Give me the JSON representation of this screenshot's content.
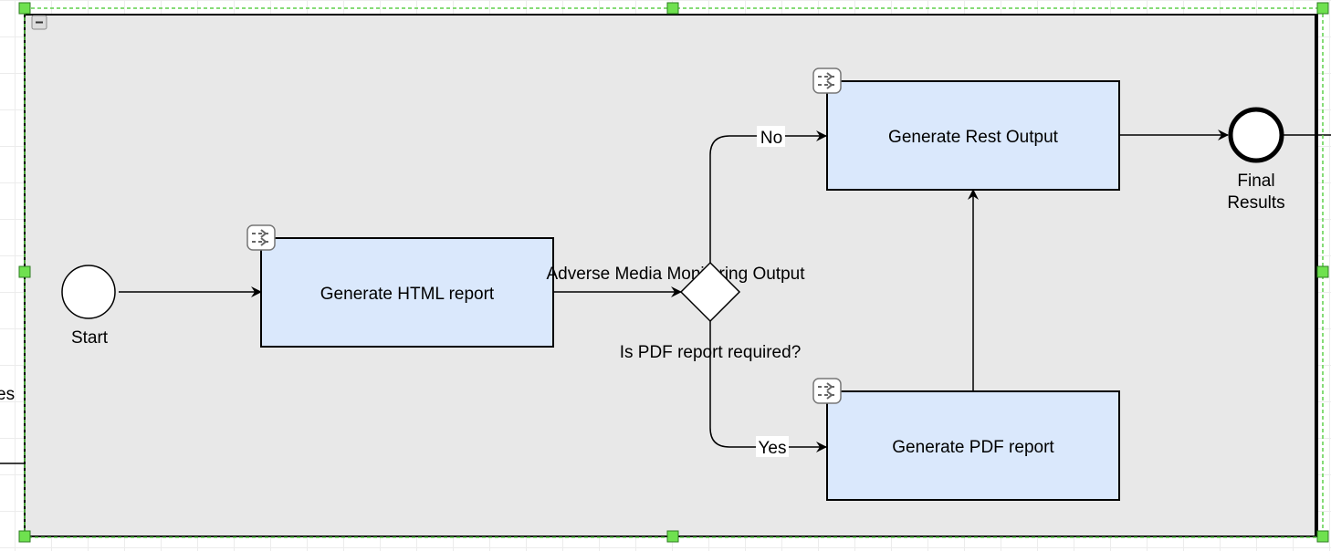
{
  "diagram": {
    "events": {
      "start": "Start",
      "final_line1": "Final",
      "final_line2": "Results"
    },
    "tasks": {
      "html_report": "Generate HTML report",
      "rest_output": "Generate Rest Output",
      "pdf_report": "Generate PDF report"
    },
    "flow_labels": {
      "adverse_media": "Adverse Media Monitoring Output",
      "no": "No",
      "yes": "Yes"
    },
    "gateway": {
      "question": "Is PDF report required?"
    },
    "left_cut_text": "es"
  },
  "colors": {
    "pool_fill": "#e8e8e8",
    "task_fill": "#dae8fc",
    "selection_handle": "#6fe14f",
    "selection_border": "#5fd14a"
  }
}
